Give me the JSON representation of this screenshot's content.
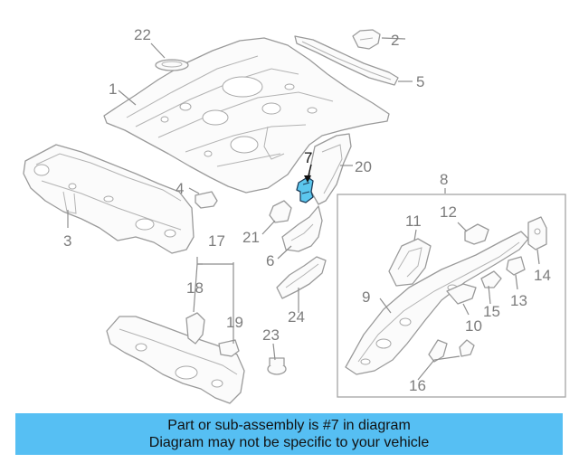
{
  "callouts": [
    {
      "id": "1",
      "highlighted": false
    },
    {
      "id": "2",
      "highlighted": false
    },
    {
      "id": "3",
      "highlighted": false
    },
    {
      "id": "4",
      "highlighted": false
    },
    {
      "id": "5",
      "highlighted": false
    },
    {
      "id": "6",
      "highlighted": false
    },
    {
      "id": "7",
      "highlighted": true
    },
    {
      "id": "8",
      "highlighted": false
    },
    {
      "id": "9",
      "highlighted": false
    },
    {
      "id": "10",
      "highlighted": false
    },
    {
      "id": "11",
      "highlighted": false
    },
    {
      "id": "12",
      "highlighted": false
    },
    {
      "id": "13",
      "highlighted": false
    },
    {
      "id": "14",
      "highlighted": false
    },
    {
      "id": "15",
      "highlighted": false
    },
    {
      "id": "16",
      "highlighted": false
    },
    {
      "id": "17",
      "highlighted": false
    },
    {
      "id": "18",
      "highlighted": false
    },
    {
      "id": "19",
      "highlighted": false
    },
    {
      "id": "20",
      "highlighted": false
    },
    {
      "id": "21",
      "highlighted": false
    },
    {
      "id": "22",
      "highlighted": false
    },
    {
      "id": "23",
      "highlighted": false
    },
    {
      "id": "24",
      "highlighted": false
    }
  ],
  "highlight_color": "#5cc7ee",
  "banner": {
    "line1": "Part or sub-assembly is #7 in diagram",
    "line2": "Diagram may not be specific to your vehicle",
    "background": "#56bff3"
  }
}
